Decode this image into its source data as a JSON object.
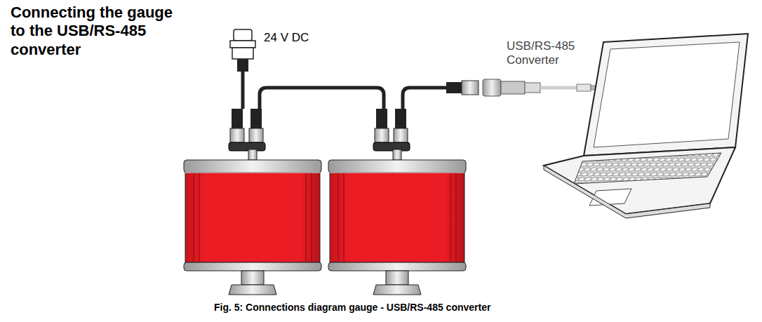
{
  "diagram": {
    "title": "Connecting the gauge to the USB/RS-485 converter",
    "caption": "Fig. 5: Connections diagram gauge - USB/RS-485 converter",
    "labels": [
      "24 V DC",
      "USB/RS-485 Converter"
    ]
  }
}
